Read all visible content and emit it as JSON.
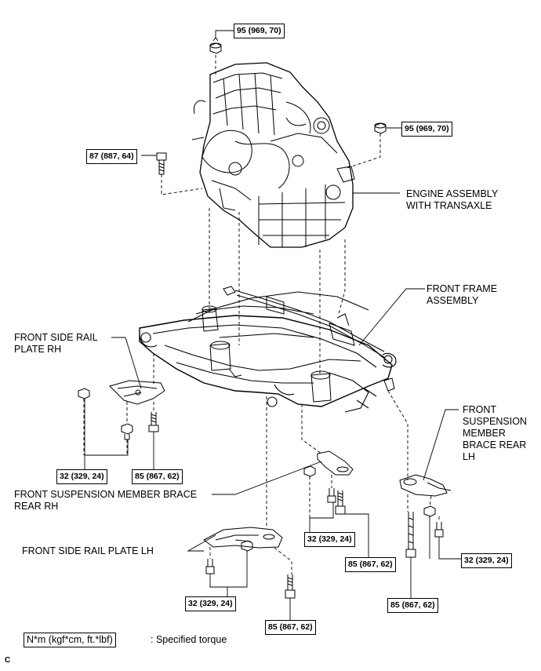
{
  "torque_labels": {
    "top_nut": "95 (969, 70)",
    "right_nut": "95 (969, 70)",
    "left_bolt": "87 (887, 64)",
    "rh_rail_nut": "32 (329, 24)",
    "rh_rail_bolt": "85 (867, 62)",
    "brace_rh_nut": "32 (329, 24)",
    "brace_rh_bolt": "85 (867, 62)",
    "lh_rail_nut": "32 (329, 24)",
    "lh_rail_bolt": "85 (867, 62)",
    "brace_lh_nut": "32 (329, 24)",
    "brace_lh_bolt": "85 (867, 62)"
  },
  "component_labels": {
    "engine_line1": "ENGINE ASSEMBLY",
    "engine_line2": "WITH TRANSAXLE",
    "frame_line1": "FRONT FRAME",
    "frame_line2": "ASSEMBLY",
    "rail_rh_line1": "FRONT SIDE RAIL",
    "rail_rh_line2": "PLATE RH",
    "brace_lh_line1": "FRONT",
    "brace_lh_line2": "SUSPENSION",
    "brace_lh_line3": "MEMBER",
    "brace_lh_line4": "BRACE REAR",
    "brace_lh_line5": "LH",
    "brace_rh_line1": "FRONT SUSPENSION MEMBER BRACE",
    "brace_rh_line2": "REAR RH",
    "rail_lh": "FRONT SIDE RAIL PLATE LH"
  },
  "legend": {
    "unit_box": "N*m (kgf*cm, ft.*lbf)",
    "description": ": Specified torque"
  },
  "figure_code": "C"
}
